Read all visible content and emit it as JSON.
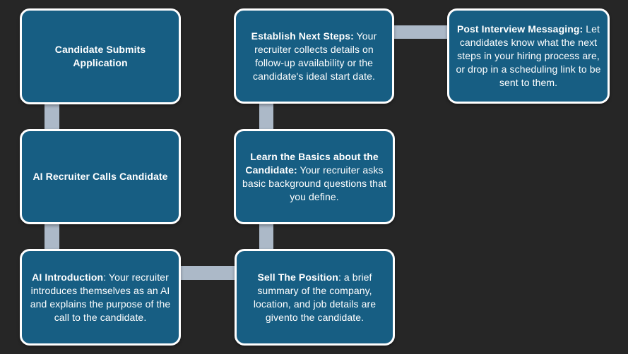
{
  "style": {
    "background": "#262626",
    "node_fill": "#175E83",
    "node_border": "#FFFFFF",
    "text_color": "#FFFFFF",
    "connector_color": "#ACB9C8"
  },
  "diagram": {
    "type": "flowchart",
    "nodes": [
      {
        "id": "candidate-submits-application",
        "bold": "Candidate Submits Application",
        "rest": ""
      },
      {
        "id": "ai-recruiter-calls-candidate",
        "bold": "AI Recruiter Calls Candidate",
        "rest": ""
      },
      {
        "id": "ai-introduction",
        "bold": "AI Introduction",
        "rest": ": Your recruiter introduces themselves as an AI and explains the purpose of the call to the candidate."
      },
      {
        "id": "sell-the-position",
        "bold": "Sell The Position",
        "rest": ": a brief summary of the company, location, and job details are givento the candidate."
      },
      {
        "id": "learn-the-basics-about-the-candidate",
        "bold": "Learn the Basics about the Candidate:",
        "rest": " Your recruiter asks basic background questions that you define."
      },
      {
        "id": "establish-next-steps",
        "bold": "Establish Next Steps:",
        "rest": " Your recruiter collects details on follow-up availability or the candidate's ideal start date."
      },
      {
        "id": "post-interview-messaging",
        "bold": "Post Interview Messaging:",
        "rest": " Let candidates know what the next steps in your hiring process are, or drop in a scheduling link to be sent to them."
      }
    ],
    "connectors": [
      {
        "from": "candidate-submits-application",
        "to": "ai-recruiter-calls-candidate"
      },
      {
        "from": "ai-recruiter-calls-candidate",
        "to": "ai-introduction"
      },
      {
        "from": "ai-introduction",
        "to": "sell-the-position"
      },
      {
        "from": "sell-the-position",
        "to": "learn-the-basics-about-the-candidate"
      },
      {
        "from": "learn-the-basics-about-the-candidate",
        "to": "establish-next-steps"
      },
      {
        "from": "establish-next-steps",
        "to": "post-interview-messaging"
      }
    ]
  }
}
